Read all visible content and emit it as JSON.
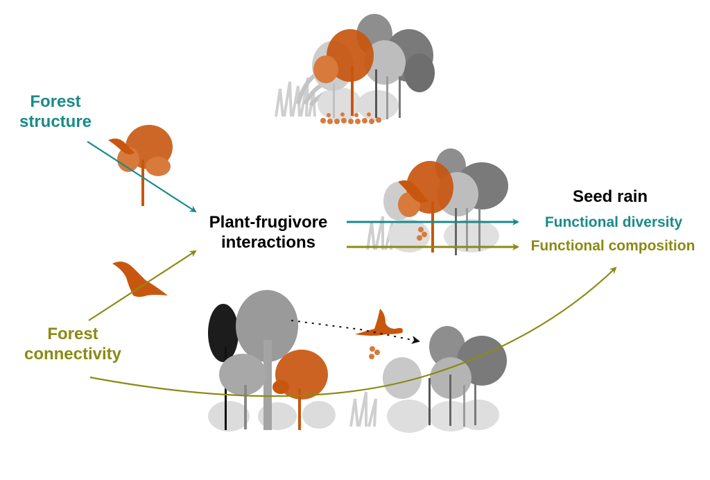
{
  "colors": {
    "teal": "#1a8a8a",
    "olive": "#8a8a14",
    "orange": "#c8560f",
    "orange_light": "#d77a3c",
    "gray_dark": "#6e6e6e",
    "gray_mid": "#9a9a9a",
    "gray_light": "#cfcfcf",
    "black": "#111111"
  },
  "labels": {
    "forest_structure": "Forest\nstructure",
    "forest_connectivity": "Forest\nconnectivity",
    "plant_frugivore": "Plant-frugivore\ninteractions",
    "seed_rain": "Seed rain",
    "functional_diversity": "Functional diversity",
    "functional_composition": "Functional composition"
  },
  "nodes": [
    {
      "id": "forest-structure",
      "label": "Forest structure",
      "color_key": "teal"
    },
    {
      "id": "forest-connectivity",
      "label": "Forest connectivity",
      "color_key": "olive"
    },
    {
      "id": "plant-frugivore-interactions",
      "label": "Plant-frugivore interactions",
      "color_key": "black"
    },
    {
      "id": "seed-rain",
      "label": "Seed rain",
      "color_key": "black"
    },
    {
      "id": "functional-diversity",
      "label": "Functional diversity",
      "color_key": "teal"
    },
    {
      "id": "functional-composition",
      "label": "Functional composition",
      "color_key": "olive"
    }
  ],
  "edges": [
    {
      "from": "forest-structure",
      "to": "plant-frugivore-interactions",
      "color_key": "teal",
      "style": "solid"
    },
    {
      "from": "forest-connectivity",
      "to": "plant-frugivore-interactions",
      "color_key": "olive",
      "style": "solid"
    },
    {
      "from": "plant-frugivore-interactions",
      "to": "functional-diversity",
      "color_key": "teal",
      "style": "solid"
    },
    {
      "from": "plant-frugivore-interactions",
      "to": "functional-composition",
      "color_key": "olive",
      "style": "solid"
    },
    {
      "from": "forest-connectivity",
      "to": "functional-composition",
      "color_key": "olive",
      "style": "curved"
    },
    {
      "from": "forest-patch-left",
      "to": "forest-patch-right",
      "color_key": "black",
      "style": "dotted"
    }
  ],
  "illustrations": [
    {
      "name": "forest-canopy-top",
      "description": "mixed forest stand with one orange fruiting tree and fallen fruits"
    },
    {
      "name": "single-tree-with-toucan",
      "description": "orange tree with perched toucan"
    },
    {
      "name": "toucan-perched",
      "description": "orange toucan silhouette"
    },
    {
      "name": "forest-center-with-toucan",
      "description": "forest stand with toucan in orange tree and seeds"
    },
    {
      "name": "forest-patch-left",
      "description": "forest patch with palm and orange tree"
    },
    {
      "name": "flying-toucan-with-seeds",
      "description": "toucan in flight dropping seeds"
    },
    {
      "name": "forest-patch-right",
      "description": "gray forest patch receiving seeds"
    }
  ]
}
